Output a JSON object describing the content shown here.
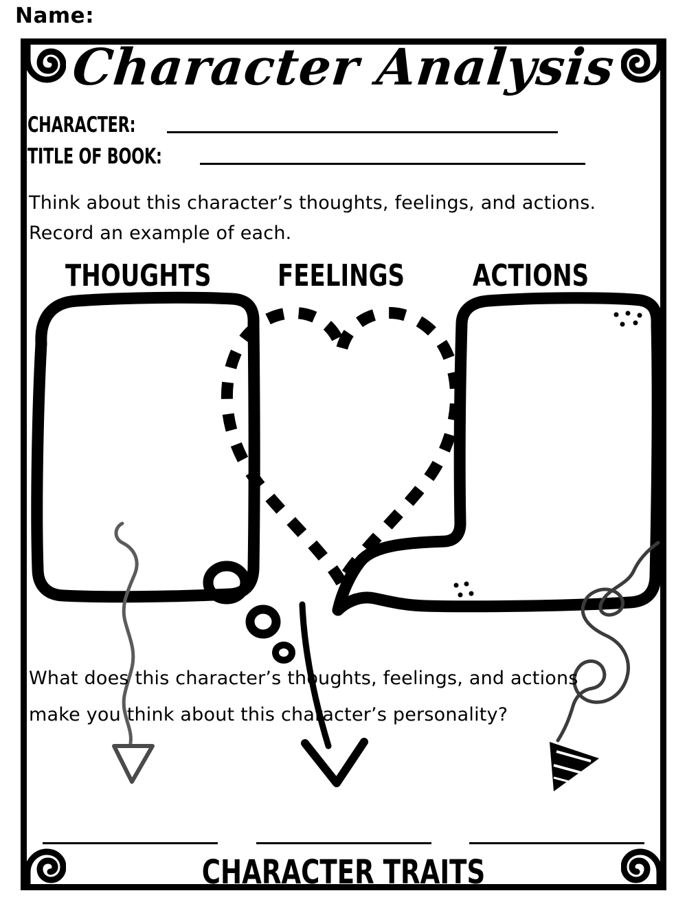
{
  "page": {
    "name_label": "Name:",
    "title": "Character Analysis"
  },
  "fields": [
    {
      "label": "CHARACTER:",
      "value": ""
    },
    {
      "label": "TITLE OF BOOK:",
      "value": ""
    }
  ],
  "instructions": {
    "line1": "Think about this character’s thoughts, feelings, and actions.",
    "line2": "Record an example of each."
  },
  "columns": [
    {
      "heading": "THOUGHTS",
      "shape": "thought-bubble"
    },
    {
      "heading": "FEELINGS",
      "shape": "dashed-heart"
    },
    {
      "heading": "ACTIONS",
      "shape": "speech-bubble"
    }
  ],
  "question": {
    "line1": "What does this character’s thoughts, feelings, and actions",
    "line2": "make you think about this character’s personality?"
  },
  "trait_blanks": [
    "",
    "",
    ""
  ],
  "footer": {
    "title": "CHARACTER TRAITS"
  },
  "decorations": {
    "corner_spirals": 4,
    "arrows": [
      "hollow-triangle-arrow",
      "chevron-arrow",
      "filled-triangle-arrow"
    ],
    "thought_dots": 3
  },
  "colors": {
    "ink": "#000000",
    "paper": "#ffffff",
    "pencil": "#5b5b5b"
  }
}
